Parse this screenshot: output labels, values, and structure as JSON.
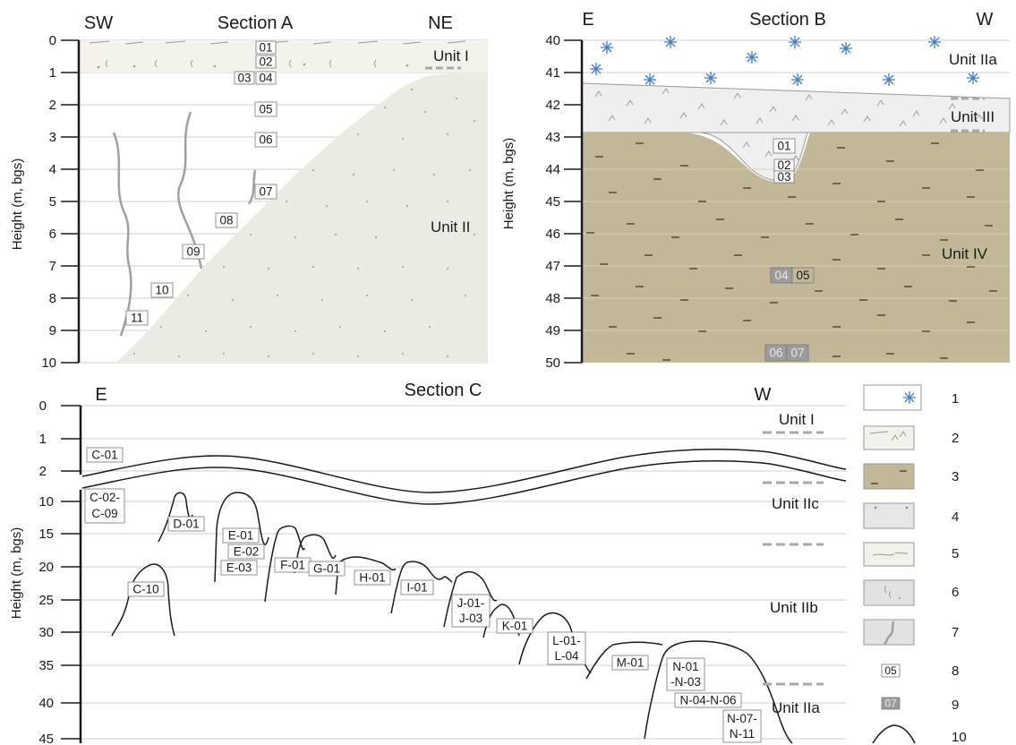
{
  "sectionA": {
    "title": "Section A",
    "left_dir": "SW",
    "right_dir": "NE",
    "ylabel": "Height  (m, bgs)",
    "ticks": [
      "0",
      "1",
      "2",
      "3",
      "4",
      "5",
      "6",
      "7",
      "8",
      "9",
      "10"
    ],
    "units": [
      "Unit I",
      "Unit II"
    ],
    "samples": [
      "01",
      "02",
      "03",
      "04",
      "05",
      "06",
      "07",
      "08",
      "09",
      "10",
      "11"
    ]
  },
  "sectionB": {
    "title": "Section B",
    "left_dir": "E",
    "right_dir": "W",
    "ylabel": "Height  (m, bgs)",
    "ticks": [
      "40",
      "41",
      "42",
      "43",
      "44",
      "45",
      "46",
      "47",
      "48",
      "49",
      "50"
    ],
    "units": [
      "Unit IIa",
      "Unit III",
      "Unit IV"
    ],
    "samples": [
      "01",
      "02",
      "03",
      "04",
      "05",
      "06",
      "07"
    ]
  },
  "sectionC": {
    "title": "Section C",
    "left_dir": "E",
    "right_dir": "W",
    "ylabel": "Height  (m, bgs)",
    "ticks": [
      "0",
      "1",
      "2",
      "10",
      "15",
      "20",
      "25",
      "30",
      "35",
      "40",
      "45"
    ],
    "units": [
      "Unit I",
      "Unit IIc",
      "Unit IIb",
      "Unit IIa"
    ],
    "samples": [
      "C-01",
      "C-02-",
      "C-09",
      "C-10",
      "D-01",
      "E-01",
      "E-02",
      "E-03",
      "F-01",
      "G-01",
      "H-01",
      "I-01",
      "J-01-",
      "J-03",
      "K-01",
      "L-01-",
      "L-04",
      "M-01",
      "N-01",
      "-N-03",
      "N-04-N-06",
      "N-07-",
      "N-11"
    ]
  },
  "legend": {
    "items": [
      "1",
      "2",
      "3",
      "4",
      "5",
      "6",
      "7",
      "8",
      "9",
      "10"
    ],
    "sample_a": "05",
    "sample_b": "07",
    "icons": [
      "star-icon",
      "tufa-pattern-icon",
      "clay-pattern-icon",
      "sand-pattern-icon",
      "silt-pattern-icon",
      "loess-pattern-icon",
      "crack-icon",
      "sample-label-icon",
      "dark-sample-label-icon",
      "mound-outline-icon"
    ]
  },
  "colors": {
    "unit_I": "#f4f2ea",
    "unit_II": "#ecebe3",
    "unit_III": "#efefef",
    "unit_IV": "#c2b898",
    "star": "#3f7fcf",
    "grid": "#c8c8c8",
    "dash": "#a8a8a8",
    "dark_sample": "#9c9c9c"
  }
}
